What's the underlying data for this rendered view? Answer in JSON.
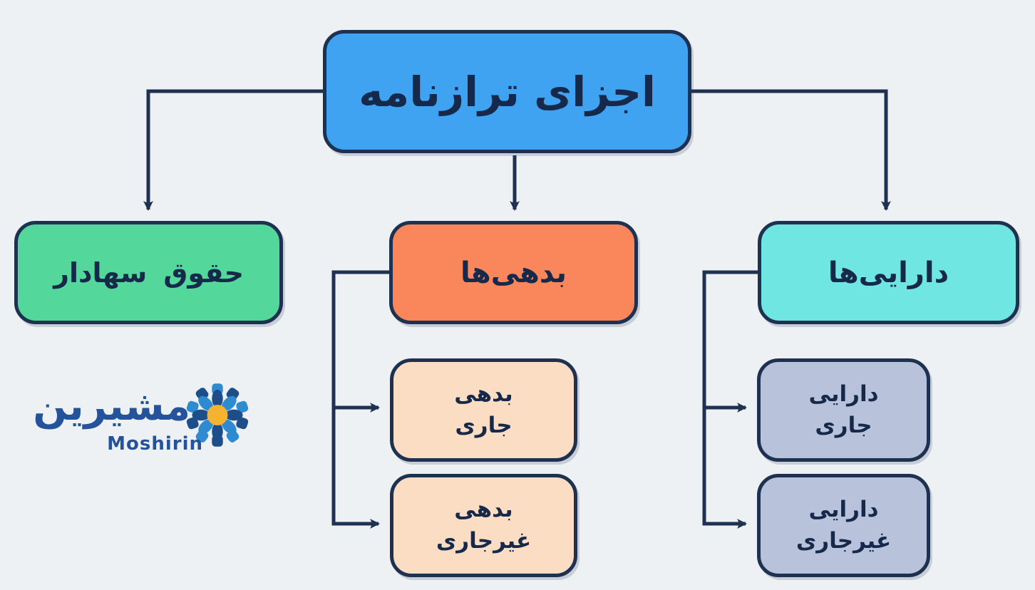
{
  "diagram": {
    "title": "اجزای ترازنامه",
    "background_color": "#EDF1F4",
    "line_color": "#1E3151",
    "text_color": "#16294A",
    "nodes": {
      "root": {
        "label": "اجزای ترازنامه",
        "color": "#3FA3F2"
      },
      "equity": {
        "label": "حقوق سهادار",
        "color": "#53D79B"
      },
      "liabilities": {
        "label": "بدهی‌ها",
        "color": "#F9875B"
      },
      "assets": {
        "label": "دارایی‌ها",
        "color": "#6FE6E2"
      },
      "current_liabilities": {
        "lines": [
          "بدهی",
          "جاری"
        ],
        "color": "#FADDC3"
      },
      "noncurrent_liabilities": {
        "lines": [
          "بدهی",
          "غیرجاری"
        ],
        "color": "#FADDC3"
      },
      "current_assets": {
        "lines": [
          "دارایی",
          "جاری"
        ],
        "color": "#B8C3DB"
      },
      "noncurrent_assets": {
        "lines": [
          "دارایی",
          "غیرجاری"
        ],
        "color": "#B8C3DB"
      }
    },
    "edges": [
      {
        "from": "root",
        "to": "equity"
      },
      {
        "from": "root",
        "to": "liabilities"
      },
      {
        "from": "root",
        "to": "assets"
      },
      {
        "from": "liabilities",
        "to": "current_liabilities"
      },
      {
        "from": "liabilities",
        "to": "noncurrent_liabilities"
      },
      {
        "from": "assets",
        "to": "current_assets"
      },
      {
        "from": "assets",
        "to": "noncurrent_assets"
      }
    ]
  },
  "logo": {
    "wordmark_fa": "مشیرین",
    "wordmark_en": "Moshirin",
    "colors": {
      "dark_blue": "#24539B",
      "light_blue": "#2E8BD0",
      "yellow": "#F5B32F"
    }
  }
}
